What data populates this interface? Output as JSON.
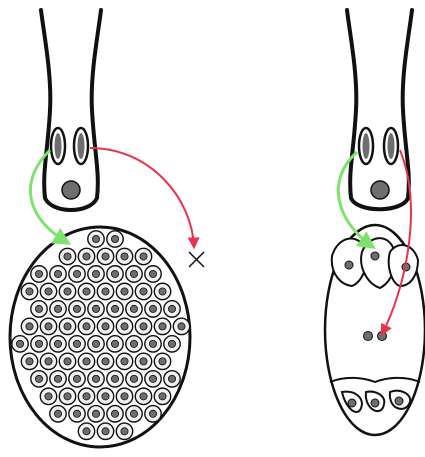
{
  "colors": {
    "outline": "#111111",
    "background": "#ffffff",
    "nucleus_fill": "#6e6e6e",
    "cell_inner": "#f2f2f2",
    "arrow_green": "#7de36c",
    "arrow_red": "#e8334a"
  },
  "diagram": {
    "left_panel": {
      "structures": [
        "pollen-tube",
        "sperm-nucleus",
        "sperm-nucleus",
        "vegetative-nucleus",
        "ovule-many-cells"
      ],
      "green_arrow_target": "cell-cluster",
      "red_arrow_target": "rejected-x-mark"
    },
    "right_panel": {
      "structures": [
        "pollen-tube",
        "sperm-nucleus",
        "sperm-nucleus",
        "vegetative-nucleus",
        "embryo-sac"
      ],
      "green_arrow_target": "egg-apparatus",
      "red_arrow_target": "central-cell-nuclei"
    }
  }
}
